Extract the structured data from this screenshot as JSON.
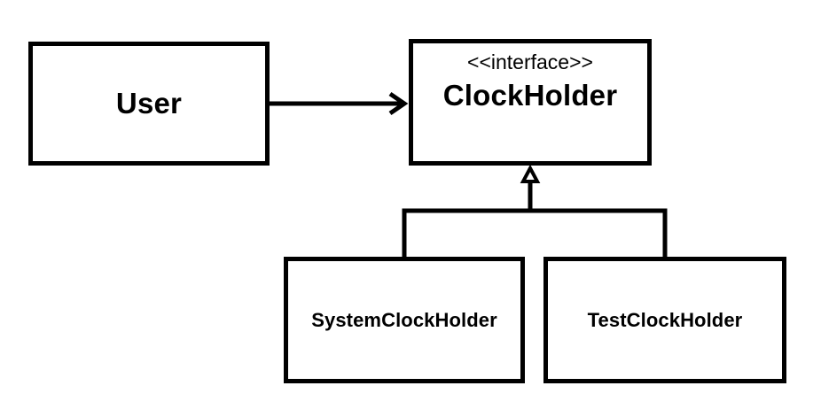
{
  "diagram": {
    "user": {
      "label": "User"
    },
    "clock_holder": {
      "stereotype": "<<interface>>",
      "label": "ClockHolder"
    },
    "system_clock_holder": {
      "label": "SystemClockHolder"
    },
    "test_clock_holder": {
      "label": "TestClockHolder"
    },
    "colors": {
      "stroke": "#000000",
      "fill": "#ffffff"
    }
  }
}
